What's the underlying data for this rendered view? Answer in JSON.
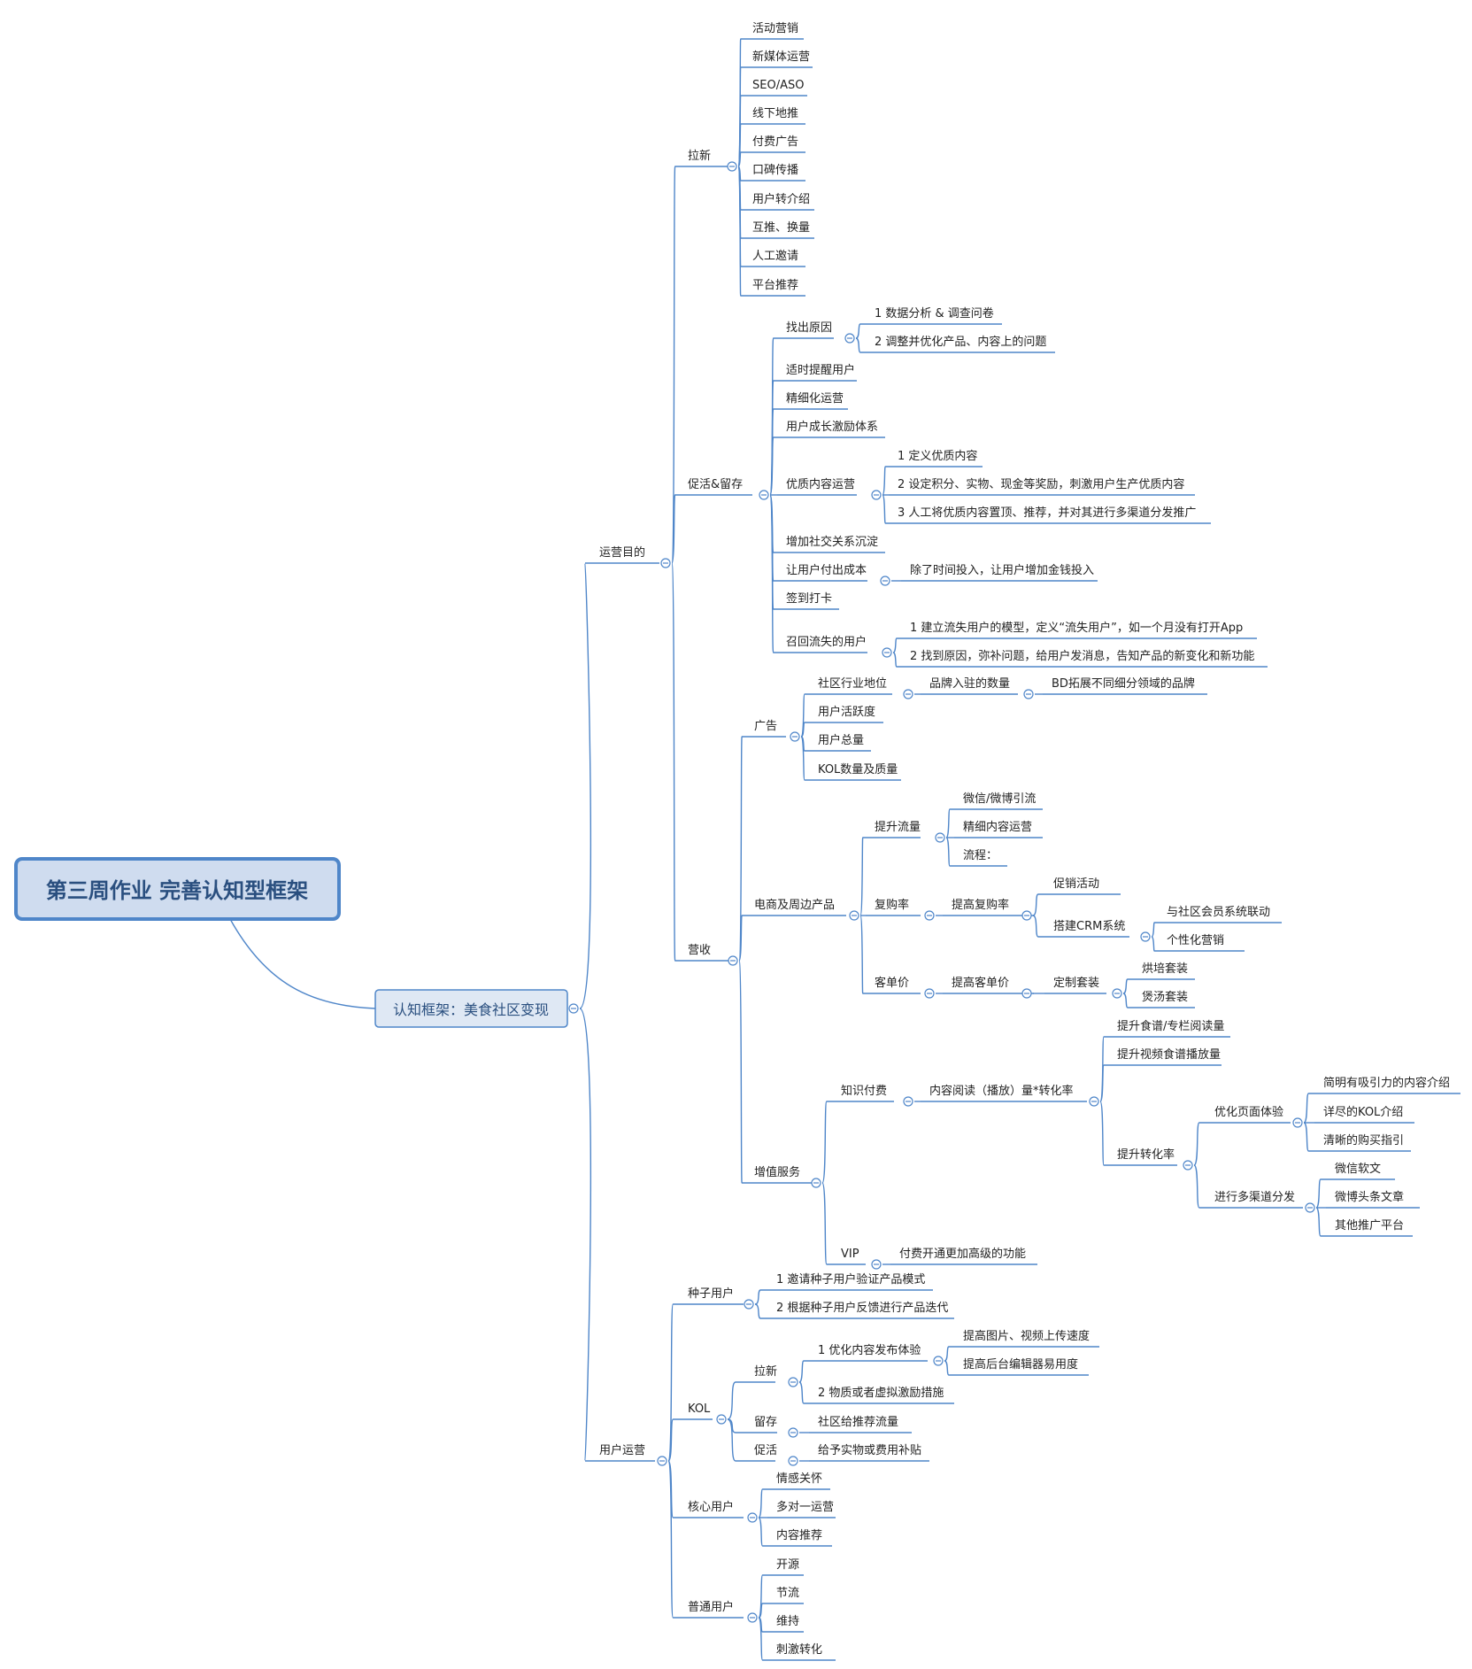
{
  "mindmap": {
    "root": "第三周作业 完善认知型框架",
    "main": "认知框架：美食社区变现",
    "nodes": {
      "yysd": "运营目的",
      "lx": "拉新",
      "lx_1": "活动营销",
      "lx_2": "新媒体运营",
      "lx_3": "SEO/ASO",
      "lx_4": "线下地推",
      "lx_5": "付费广告",
      "lx_6": "口碑传播",
      "lx_7": "用户转介绍",
      "lx_8": "互推、换量",
      "lx_9": "人工邀请",
      "lx_10": "平台推荐",
      "ch": "促活&留存",
      "ch_zc": "找出原因",
      "ch_zc1": "1 数据分析 & 调查问卷",
      "ch_zc2": "2 调整并优化产品、内容上的问题",
      "ch_2": "适时提醒用户",
      "ch_3": "精细化运营",
      "ch_4": "用户成长激励体系",
      "ch_yz": "优质内容运营",
      "ch_yz1": "1 定义优质内容",
      "ch_yz2": "2 设定积分、实物、现金等奖励，刺激用户生产优质内容",
      "ch_yz3": "3 人工将优质内容置顶、推荐，并对其进行多渠道分发推广",
      "ch_6": "增加社交关系沉淀",
      "ch_rf": "让用户付出成本",
      "ch_rf1": "除了时间投入，让用户增加金钱投入",
      "ch_8": "签到打卡",
      "ch_zh": "召回流失的用户",
      "ch_zh1": "1 建立流失用户的模型，定义“流失用户”，如一个月没有打开App",
      "ch_zh2": "2 找到原因，弥补问题，给用户发消息，告知产品的新变化和新功能",
      "ys": "营收",
      "gg": "广告",
      "gg_1": "社区行业地位",
      "gg_1a": "品牌入驻的数量",
      "gg_1b": "BD拓展不同细分领域的品牌",
      "gg_2": "用户活跃度",
      "gg_3": "用户总量",
      "gg_4": "KOL数量及质量",
      "ds": "电商及周边产品",
      "ds_ll": "提升流量",
      "ds_ll1": "微信/微博引流",
      "ds_ll2": "精细内容运营",
      "ds_ll3": "流程：",
      "ds_fg": "复购率",
      "ds_fg1": "提高复购率",
      "ds_fg1a": "促销活动",
      "ds_fg1b": "搭建CRM系统",
      "ds_crm1": "与社区会员系统联动",
      "ds_crm2": "个性化营销",
      "ds_kd": "客单价",
      "ds_kd1": "提高客单价",
      "ds_kd2": "定制套装",
      "ds_kd2a": "烘培套装",
      "ds_kd2b": "煲汤套装",
      "zz": "增值服务",
      "zs": "知识付费",
      "zs_1": "内容阅读（播放）量*转化率",
      "zs_1a": "提升食谱/专栏阅读量",
      "zs_1b": "提升视频食谱播放量",
      "zs_1c": "提升转化率",
      "yh": "优化页面体验",
      "yh1": "简明有吸引力的内容介绍",
      "yh2": "详尽的KOL介绍",
      "yh3": "清晰的购买指引",
      "dq": "进行多渠道分发",
      "dq1": "微信软文",
      "dq2": "微博头条文章",
      "dq3": "其他推广平台",
      "vip": "VIP",
      "vip1": "付费开通更加高级的功能",
      "yy": "用户运营",
      "zy": "种子用户",
      "zy1": "1 邀请种子用户验证产品模式",
      "zy2": "2 根据种子用户反馈进行产品迭代",
      "kol": "KOL",
      "k_lx": "拉新",
      "k_lx1": "1 优化内容发布体验",
      "k_lx1a": "提高图片、视频上传速度",
      "k_lx1b": "提高后台编辑器易用度",
      "k_lx2": "2 物质或者虚拟激励措施",
      "k_lc": "留存",
      "k_lc1": "社区给推荐流量",
      "k_ch": "促活",
      "k_ch1": "给予实物或费用补贴",
      "hx": "核心用户",
      "hx1": "情感关怀",
      "hx2": "多对一运营",
      "hx3": "内容推荐",
      "pt": "普通用户",
      "pt1": "开源",
      "pt2": "节流",
      "pt3": "维持",
      "pt4": "刺激转化"
    }
  }
}
